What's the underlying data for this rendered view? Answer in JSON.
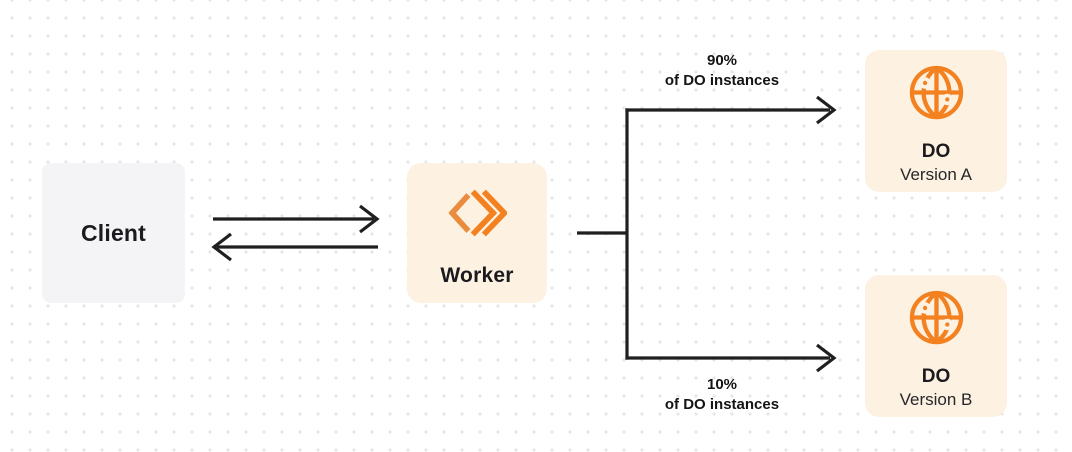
{
  "nodes": {
    "client": {
      "label": "Client"
    },
    "worker": {
      "label": "Worker",
      "icon": "cloudflare-workers-icon"
    },
    "do_version_a": {
      "title": "DO",
      "subtitle": "Version A",
      "icon": "globe-icon"
    },
    "do_version_b": {
      "title": "DO",
      "subtitle": "Version B",
      "icon": "globe-icon"
    }
  },
  "edges": {
    "client_worker": {
      "style": "bidirectional-arrows"
    },
    "split_top": {
      "percent": "90%",
      "caption": "of DO instances"
    },
    "split_bottom": {
      "percent": "10%",
      "caption": "of DO instances"
    }
  },
  "colors": {
    "orange": "#f48120",
    "orange_muted": "#e98c3e",
    "node_cream": "#fdf1e2",
    "client_gray": "#f4f4f6",
    "line": "#1f1f1f",
    "dot_grid": "#e6e6e8",
    "background": "#ffffff"
  }
}
